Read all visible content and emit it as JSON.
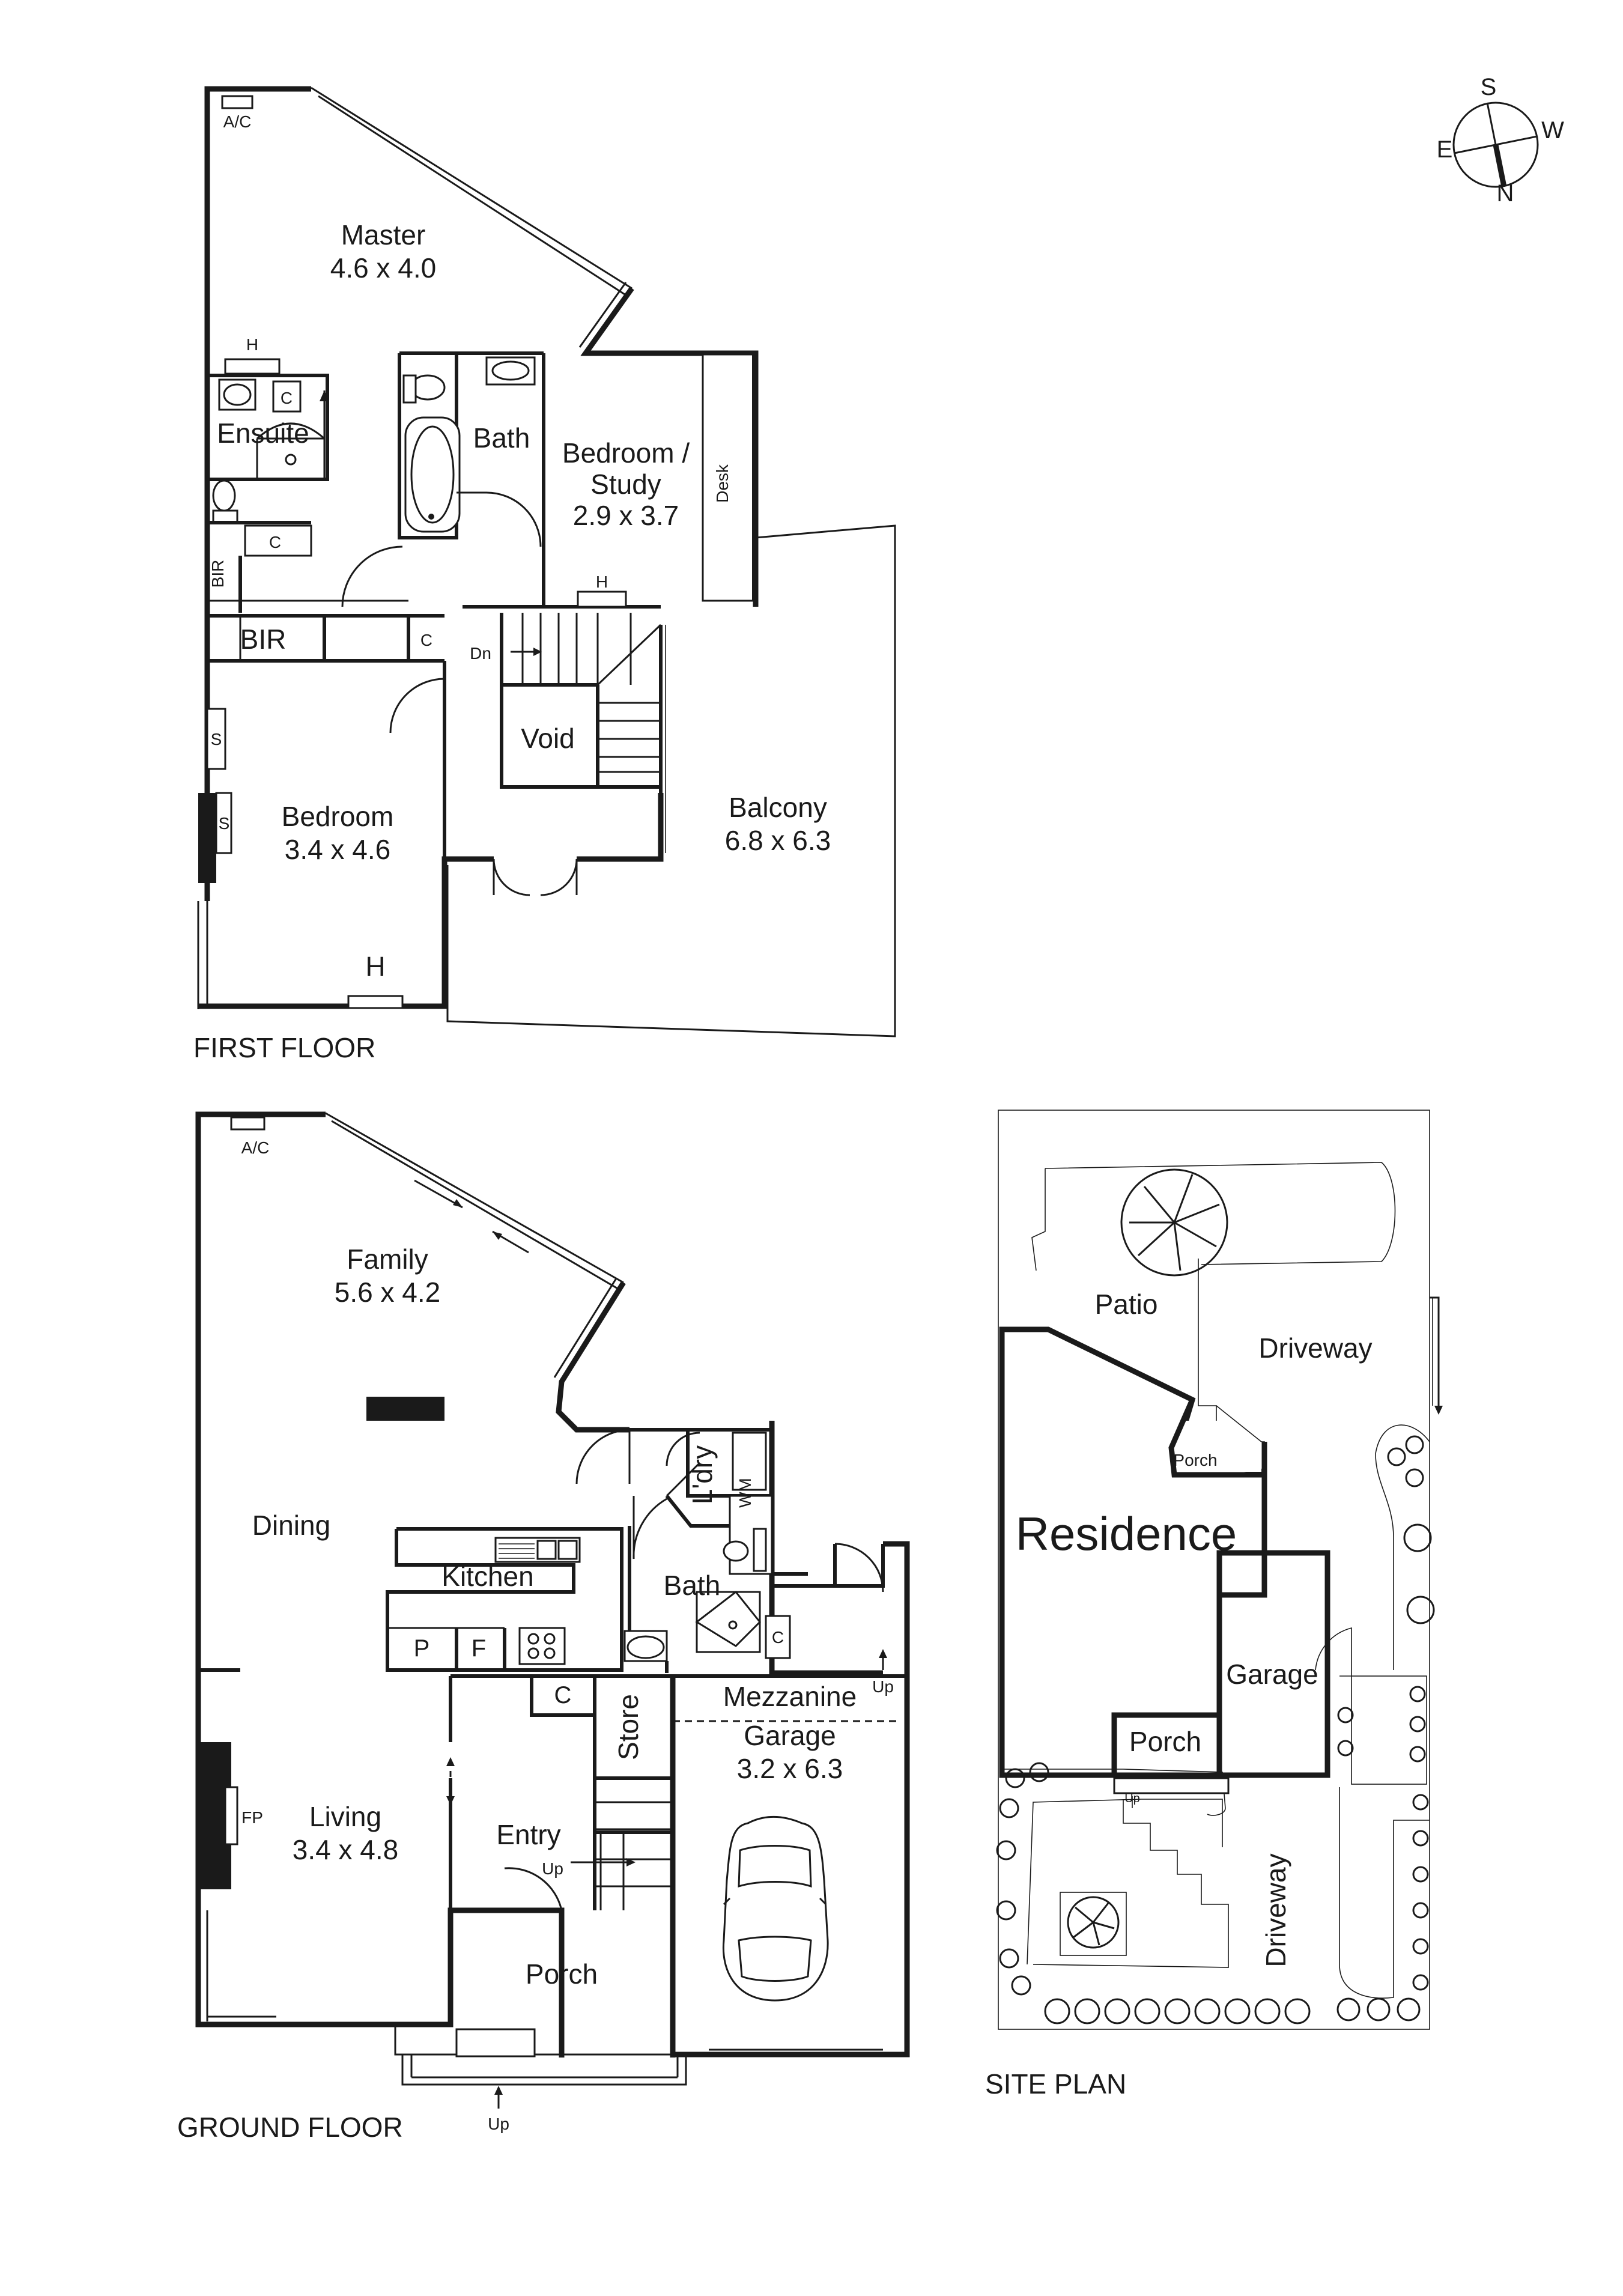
{
  "compass": {
    "s": "S",
    "w": "W",
    "e": "E",
    "n": "N"
  },
  "first_floor": {
    "title": "FIRST FLOOR",
    "ac": "A/C",
    "master": {
      "name": "Master",
      "dims": "4.6 x 4.0"
    },
    "h_master": "H",
    "ensuite": "Ensuite",
    "c_ensuite": "C",
    "c_hall": "C",
    "c_bir": "C",
    "bir_vertical": "BIR",
    "bir": "BIR",
    "bath": "Bath",
    "bedroom_study": {
      "line1": "Bedroom /",
      "line2": "Study",
      "dims": "2.9 x 3.7"
    },
    "desk": "Desk",
    "h_study": "H",
    "dn": "Dn",
    "void": "Void",
    "s_upper": "S",
    "s_lower": "S",
    "bedroom": {
      "name": "Bedroom",
      "dims": "3.4 x 4.6"
    },
    "h_bedroom": "H",
    "balcony": {
      "name": "Balcony",
      "dims": "6.8 x 6.3"
    }
  },
  "ground_floor": {
    "title": "GROUND FLOOR",
    "ac": "A/C",
    "family": {
      "name": "Family",
      "dims": "5.6 x 4.2"
    },
    "laundry": "L'dry",
    "wm": "WM",
    "dining": "Dining",
    "kitchen": "Kitchen",
    "p": "P",
    "f": "F",
    "bath": "Bath",
    "c_bath": "C",
    "c_store": "C",
    "mezzanine": "Mezzanine",
    "up_mezz": "Up",
    "store": "Store",
    "garage": {
      "name": "Garage",
      "dims": "3.2 x 6.3"
    },
    "fp": "FP",
    "living": {
      "name": "Living",
      "dims": "3.4 x 4.8"
    },
    "entry": "Entry",
    "up_entry": "Up",
    "porch": "Porch",
    "up_front": "Up"
  },
  "site_plan": {
    "title": "SITE PLAN",
    "patio": "Patio",
    "driveway_top": "Driveway",
    "porch_small": "Porch",
    "residence": "Residence",
    "garage": "Garage",
    "porch": "Porch",
    "up": "Up",
    "driveway_bottom": "Driveway"
  }
}
